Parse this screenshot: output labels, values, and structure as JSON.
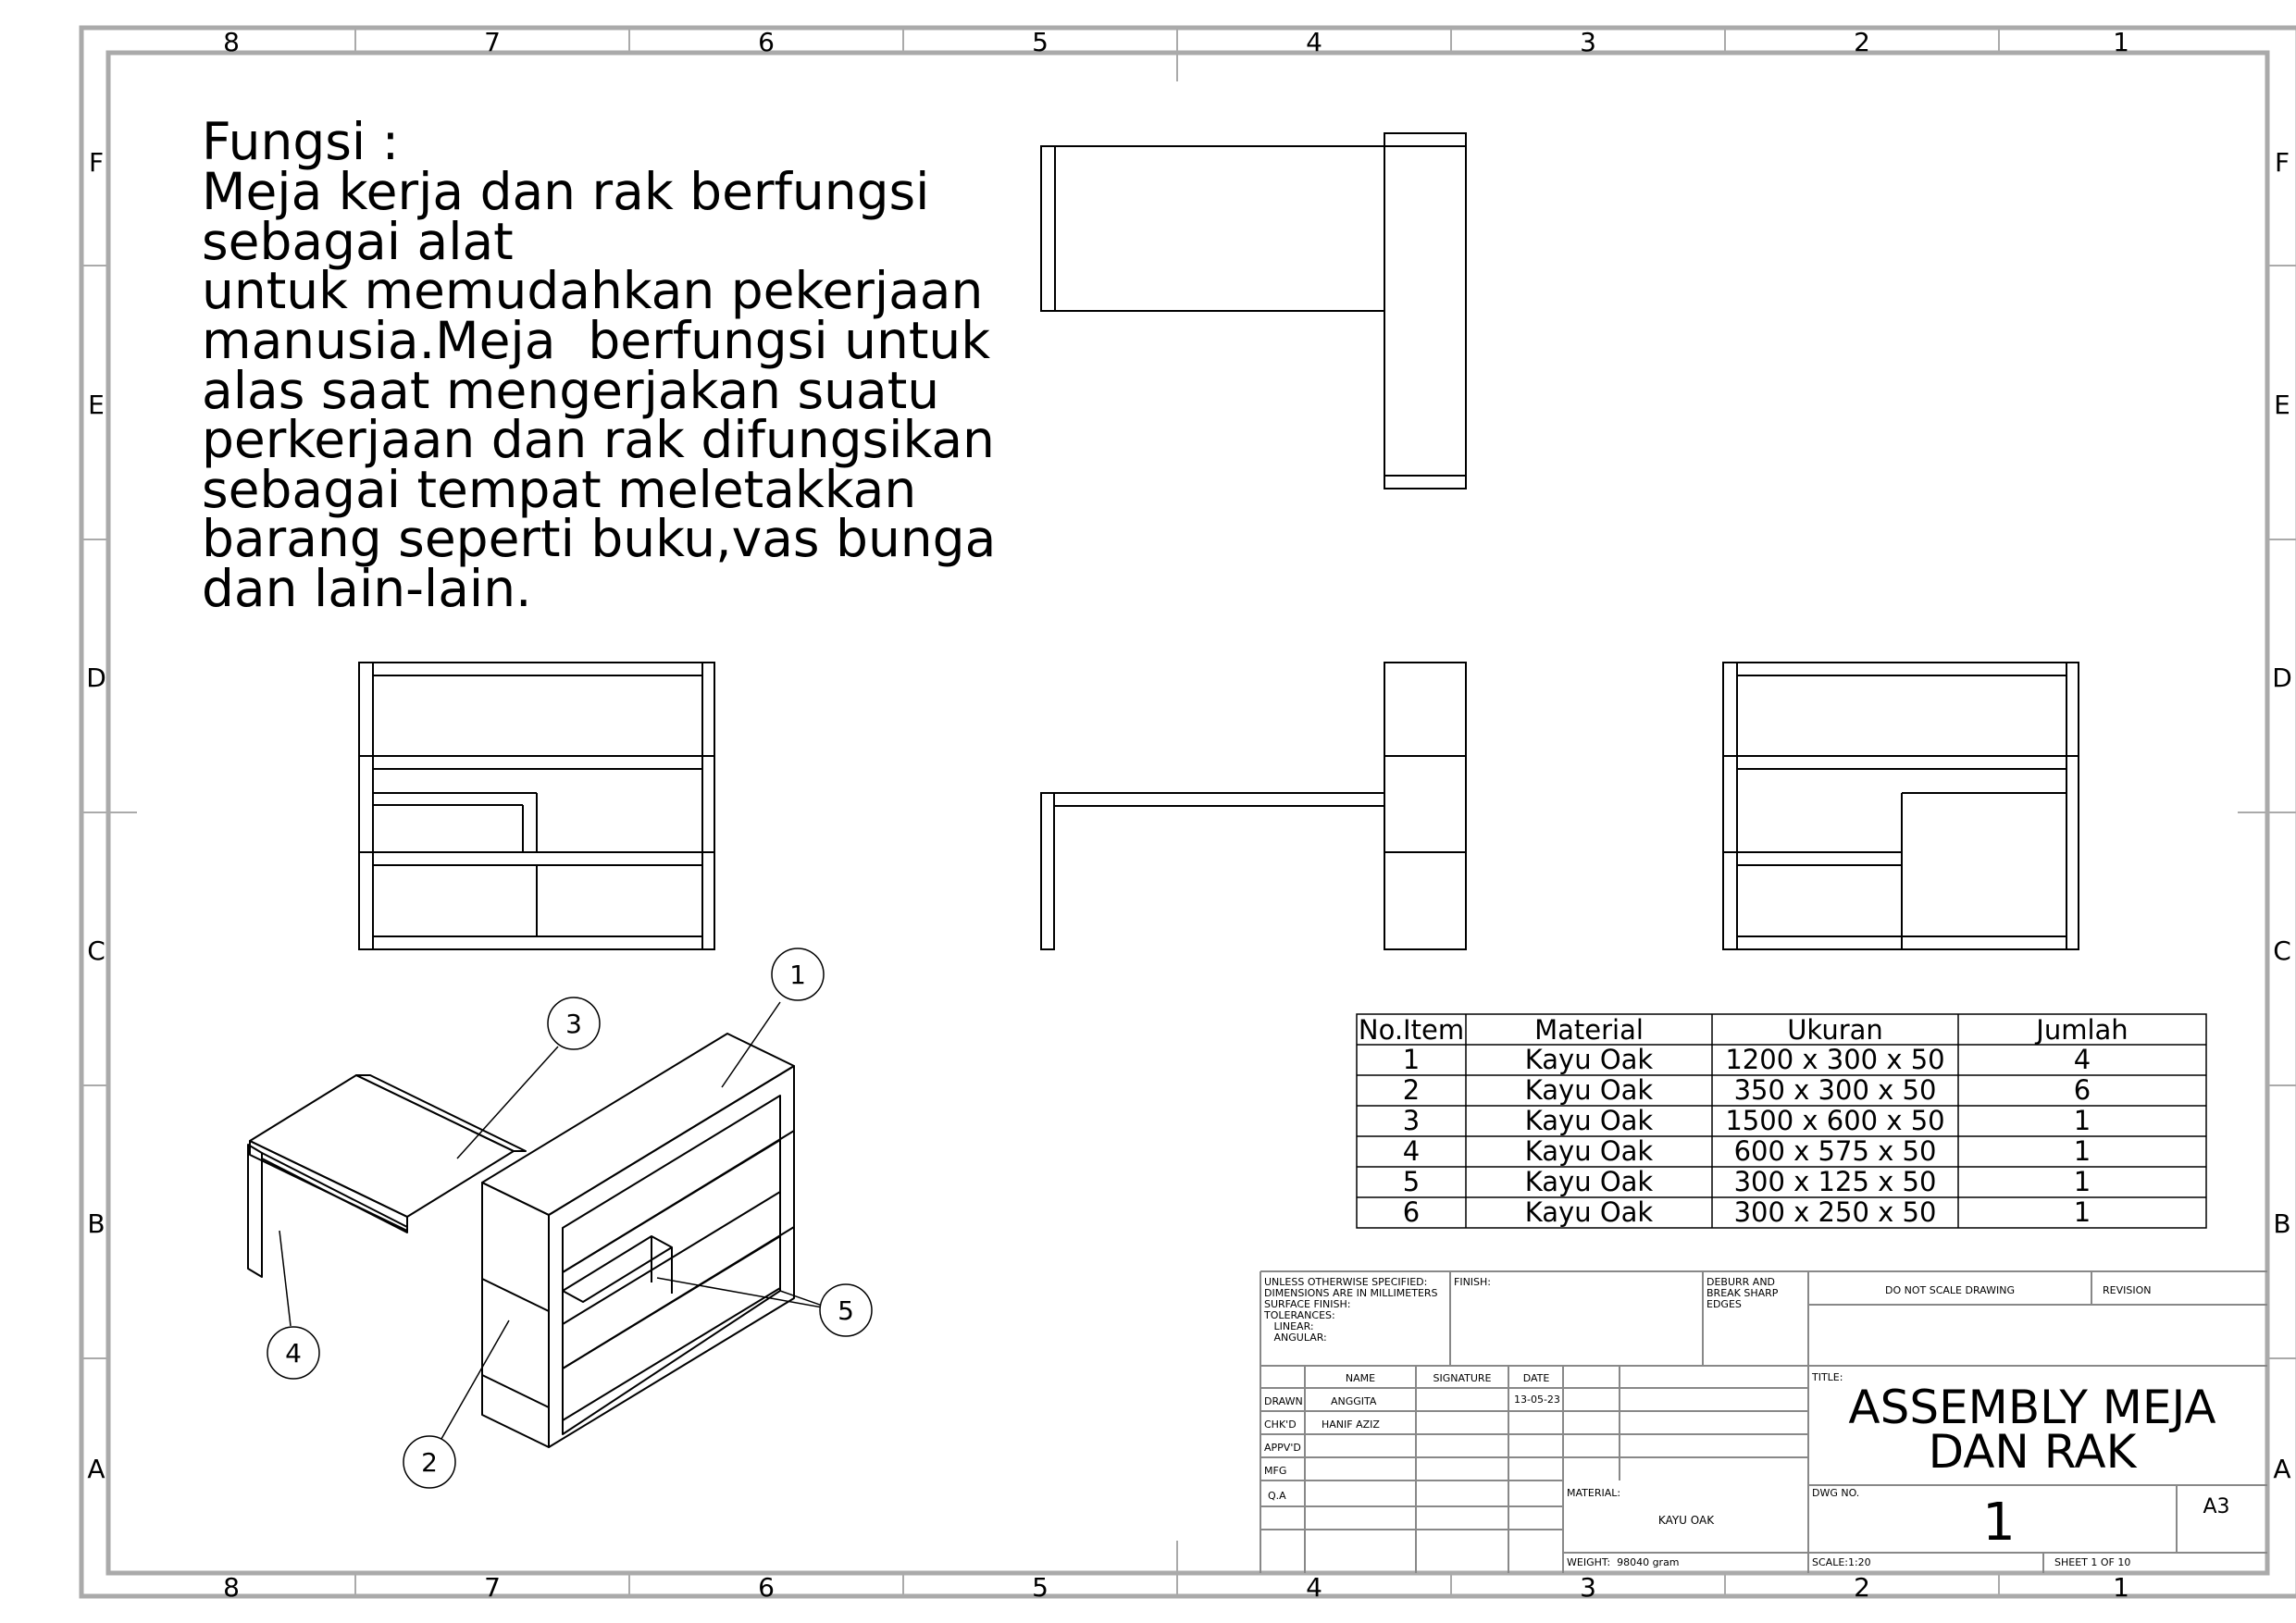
{
  "zones": {
    "columns": [
      "8",
      "7",
      "6",
      "5",
      "4",
      "3",
      "2",
      "1"
    ],
    "rows": [
      "F",
      "E",
      "D",
      "C",
      "B",
      "A"
    ]
  },
  "description": {
    "lines": [
      "Fungsi :",
      "Meja kerja dan rak berfungsi",
      "sebagai alat",
      "untuk memudahkan pekerjaan",
      "manusia.Meja  berfungsi untuk",
      "alas saat mengerjakan suatu",
      "perkerjaan dan rak difungsikan",
      "sebagai tempat meletakkan",
      "barang seperti buku,vas bunga",
      "dan lain-lain."
    ]
  },
  "balloons": [
    "1",
    "2",
    "3",
    "4",
    "5"
  ],
  "bom": {
    "headers": [
      "No.Item",
      "Material",
      "Ukuran",
      "Jumlah"
    ],
    "rows": [
      [
        "1",
        "Kayu Oak",
        "1200 x 300 x 50",
        "4"
      ],
      [
        "2",
        "Kayu Oak",
        "350 x 300 x 50",
        "6"
      ],
      [
        "3",
        "Kayu Oak",
        "1500 x 600 x 50",
        "1"
      ],
      [
        "4",
        "Kayu Oak",
        "600 x 575 x 50",
        "1"
      ],
      [
        "5",
        "Kayu Oak",
        "300 x 125 x 50",
        "1"
      ],
      [
        "6",
        "Kayu Oak",
        "300 x 250 x 50",
        "1"
      ]
    ]
  },
  "title_block": {
    "unless_lines": [
      "UNLESS OTHERWISE SPECIFIED:",
      "DIMENSIONS ARE IN MILLIMETERS",
      "SURFACE FINISH:",
      "TOLERANCES:",
      "   LINEAR:",
      "   ANGULAR:"
    ],
    "finish_label": "FINISH:",
    "deburr_lines": [
      "DEBURR AND",
      "BREAK SHARP",
      "EDGES"
    ],
    "do_not_scale": "DO NOT SCALE DRAWING",
    "revision_label": "REVISION",
    "col_name": "NAME",
    "col_signature": "SIGNATURE",
    "col_date": "DATE",
    "row_labels": [
      "DRAWN",
      "CHK'D",
      "APPV'D",
      "MFG",
      "Q.A"
    ],
    "drawn_name": "ANGGITA",
    "drawn_date": "13-05-23",
    "chkd_name": "HANIF AZIZ",
    "title_label": "TITLE:",
    "title_lines": [
      "ASSEMBLY MEJA",
      "DAN RAK"
    ],
    "material_label": "MATERIAL:",
    "material_value": "KAYU OAK",
    "dwg_no_label": "DWG NO.",
    "dwg_no_value": "1",
    "size": "A3",
    "weight": "WEIGHT:  98040 gram",
    "scale": "SCALE:1:20",
    "sheet": "SHEET 1 OF 10"
  }
}
